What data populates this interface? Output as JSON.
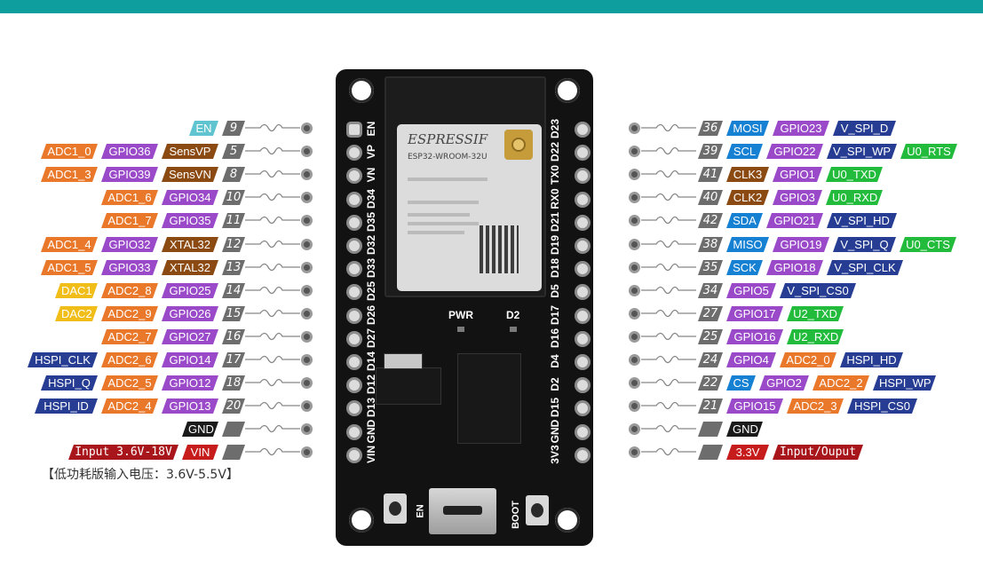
{
  "colors": {
    "topbar": "#0e9e9e",
    "EN": "#5fc4cf",
    "num": "#6d6d6d",
    "ADC1": "#e9782a",
    "GPIO": "#9a49c9",
    "XTAL": "#8b4a12",
    "DAC": "#f1bd18",
    "ADC2": "#e9782a",
    "HSPI": "#263d93",
    "GND": "#1a1a1a",
    "VIN": "#c61c1c",
    "Input": "#a8161b",
    "MOSI": "#1681d3",
    "VSPI": "#263d93",
    "U0": "#22bb3b",
    "CLK": "#8b4a12",
    "U2": "#22bb3b",
    "V33": "#c61c1c"
  },
  "left_rows": [
    {
      "labels": [
        {
          "t": "EN",
          "c": "EN"
        }
      ],
      "num": "9"
    },
    {
      "labels": [
        {
          "t": "ADC1_0",
          "c": "ADC1"
        },
        {
          "t": "GPIO36",
          "c": "GPIO"
        },
        {
          "t": "SensVP",
          "c": "XTAL"
        }
      ],
      "num": "5"
    },
    {
      "labels": [
        {
          "t": "ADC1_3",
          "c": "ADC1"
        },
        {
          "t": "GPIO39",
          "c": "GPIO"
        },
        {
          "t": "SensVN",
          "c": "XTAL"
        }
      ],
      "num": "8"
    },
    {
      "labels": [
        {
          "t": "ADC1_6",
          "c": "ADC1"
        },
        {
          "t": "GPIO34",
          "c": "GPIO"
        }
      ],
      "num": "10"
    },
    {
      "labels": [
        {
          "t": "ADC1_7",
          "c": "ADC1"
        },
        {
          "t": "GPIO35",
          "c": "GPIO"
        }
      ],
      "num": "11"
    },
    {
      "labels": [
        {
          "t": "ADC1_4",
          "c": "ADC1"
        },
        {
          "t": "GPIO32",
          "c": "GPIO"
        },
        {
          "t": "XTAL32",
          "c": "XTAL"
        }
      ],
      "num": "12"
    },
    {
      "labels": [
        {
          "t": "ADC1_5",
          "c": "ADC1"
        },
        {
          "t": "GPIO33",
          "c": "GPIO"
        },
        {
          "t": "XTAL32",
          "c": "XTAL"
        }
      ],
      "num": "13"
    },
    {
      "labels": [
        {
          "t": "DAC1",
          "c": "DAC"
        },
        {
          "t": "ADC2_8",
          "c": "ADC2"
        },
        {
          "t": "GPIO25",
          "c": "GPIO"
        }
      ],
      "num": "14"
    },
    {
      "labels": [
        {
          "t": "DAC2",
          "c": "DAC"
        },
        {
          "t": "ADC2_9",
          "c": "ADC2"
        },
        {
          "t": "GPIO26",
          "c": "GPIO"
        }
      ],
      "num": "15"
    },
    {
      "labels": [
        {
          "t": "ADC2_7",
          "c": "ADC2"
        },
        {
          "t": "GPIO27",
          "c": "GPIO"
        }
      ],
      "num": "16"
    },
    {
      "labels": [
        {
          "t": "HSPI_CLK",
          "c": "HSPI"
        },
        {
          "t": "ADC2_6",
          "c": "ADC2"
        },
        {
          "t": "GPIO14",
          "c": "GPIO"
        }
      ],
      "num": "17"
    },
    {
      "labels": [
        {
          "t": "HSPI_Q",
          "c": "HSPI"
        },
        {
          "t": "ADC2_5",
          "c": "ADC2"
        },
        {
          "t": "GPIO12",
          "c": "GPIO"
        }
      ],
      "num": "18"
    },
    {
      "labels": [
        {
          "t": "HSPI_ID",
          "c": "HSPI"
        },
        {
          "t": "ADC2_4",
          "c": "ADC2"
        },
        {
          "t": "GPIO13",
          "c": "GPIO"
        }
      ],
      "num": "20"
    },
    {
      "labels": [
        {
          "t": "GND",
          "c": "GND"
        }
      ],
      "num": ""
    },
    {
      "labels": [
        {
          "t": "Input 3.6V-18V",
          "c": "Input"
        },
        {
          "t": "VIN",
          "c": "VIN"
        }
      ],
      "num": ""
    }
  ],
  "right_rows": [
    {
      "num": "36",
      "labels": [
        {
          "t": "MOSI",
          "c": "MOSI"
        },
        {
          "t": "GPIO23",
          "c": "GPIO"
        },
        {
          "t": "V_SPI_D",
          "c": "VSPI"
        }
      ]
    },
    {
      "num": "39",
      "labels": [
        {
          "t": "SCL",
          "c": "MOSI"
        },
        {
          "t": "GPIO22",
          "c": "GPIO"
        },
        {
          "t": "V_SPI_WP",
          "c": "VSPI"
        },
        {
          "t": "U0_RTS",
          "c": "U0"
        }
      ]
    },
    {
      "num": "41",
      "labels": [
        {
          "t": "CLK3",
          "c": "CLK"
        },
        {
          "t": "GPIO1",
          "c": "GPIO"
        },
        {
          "t": "U0_TXD",
          "c": "U0"
        }
      ]
    },
    {
      "num": "40",
      "labels": [
        {
          "t": "CLK2",
          "c": "CLK"
        },
        {
          "t": "GPIO3",
          "c": "GPIO"
        },
        {
          "t": "U0_RXD",
          "c": "U0"
        }
      ]
    },
    {
      "num": "42",
      "labels": [
        {
          "t": "SDA",
          "c": "MOSI"
        },
        {
          "t": "GPIO21",
          "c": "GPIO"
        },
        {
          "t": "V_SPI_HD",
          "c": "VSPI"
        }
      ]
    },
    {
      "num": "38",
      "labels": [
        {
          "t": "MISO",
          "c": "MOSI"
        },
        {
          "t": "GPIO19",
          "c": "GPIO"
        },
        {
          "t": "V_SPI_Q",
          "c": "VSPI"
        },
        {
          "t": "U0_CTS",
          "c": "U0"
        }
      ]
    },
    {
      "num": "35",
      "labels": [
        {
          "t": "SCK",
          "c": "MOSI"
        },
        {
          "t": "GPIO18",
          "c": "GPIO"
        },
        {
          "t": "V_SPI_CLK",
          "c": "VSPI"
        }
      ]
    },
    {
      "num": "34",
      "labels": [
        {
          "t": "GPIO5",
          "c": "GPIO"
        },
        {
          "t": "V_SPI_CS0",
          "c": "VSPI"
        }
      ]
    },
    {
      "num": "27",
      "labels": [
        {
          "t": "GPIO17",
          "c": "GPIO"
        },
        {
          "t": "U2_TXD",
          "c": "U2"
        }
      ]
    },
    {
      "num": "25",
      "labels": [
        {
          "t": "GPIO16",
          "c": "GPIO"
        },
        {
          "t": "U2_RXD",
          "c": "U2"
        }
      ]
    },
    {
      "num": "24",
      "labels": [
        {
          "t": "GPIO4",
          "c": "GPIO"
        },
        {
          "t": "ADC2_0",
          "c": "ADC2"
        },
        {
          "t": "HSPI_HD",
          "c": "HSPI"
        }
      ]
    },
    {
      "num": "22",
      "labels": [
        {
          "t": "CS",
          "c": "MOSI"
        },
        {
          "t": "GPIO2",
          "c": "GPIO"
        },
        {
          "t": "ADC2_2",
          "c": "ADC2"
        },
        {
          "t": "HSPI_WP",
          "c": "HSPI"
        }
      ]
    },
    {
      "num": "21",
      "labels": [
        {
          "t": "GPIO15",
          "c": "GPIO"
        },
        {
          "t": "ADC2_3",
          "c": "ADC2"
        },
        {
          "t": "HSPI_CS0",
          "c": "HSPI"
        }
      ]
    },
    {
      "num": "",
      "labels": [
        {
          "t": "GND",
          "c": "GND"
        }
      ]
    },
    {
      "num": "",
      "labels": [
        {
          "t": "3.3V",
          "c": "V33"
        },
        {
          "t": "Input/Ouput",
          "c": "Input"
        }
      ]
    }
  ],
  "board": {
    "left_pins": [
      "EN",
      "VP",
      "VN",
      "D34",
      "D35",
      "D32",
      "D33",
      "D25",
      "D26",
      "D27",
      "D14",
      "D12",
      "D13",
      "GND",
      "VIN"
    ],
    "right_pins": [
      "D23",
      "D22",
      "TX0",
      "RX0",
      "D21",
      "D19",
      "D18",
      "D5",
      "D17",
      "D16",
      "D4",
      "D2",
      "D15",
      "GND",
      "3V3"
    ],
    "module_line1": "ESPRESSIF",
    "module_line2": "ESP32-WROOM-32U",
    "pwr_label": "PWR",
    "d2_label": "D2",
    "en_button_label": "EN",
    "boot_button_label": "BOOT"
  },
  "note": "【低功耗版输入电压：3.6V-5.5V】"
}
